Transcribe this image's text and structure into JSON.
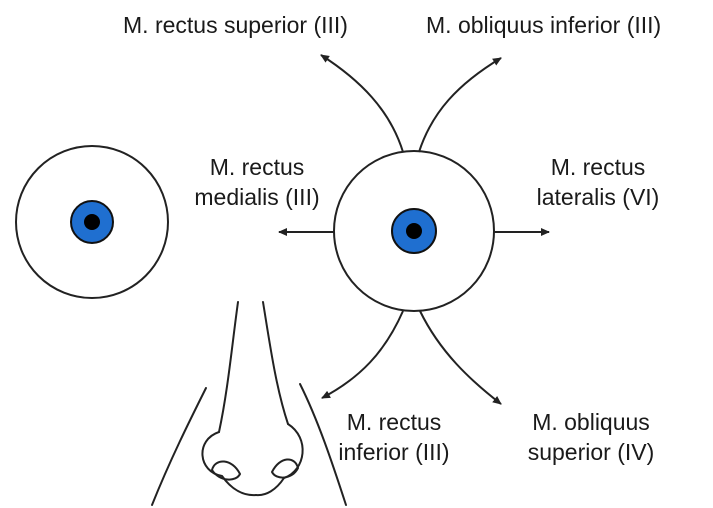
{
  "muscles": {
    "rectus_superior": "M. rectus superior (III)",
    "obliquus_inferior": "M. obliquus inferior (III)",
    "rectus_medialis": [
      "M. rectus",
      "medialis (III)"
    ],
    "rectus_lateralis": [
      "M. rectus",
      "lateralis (VI)"
    ],
    "rectus_inferior": [
      "M. rectus",
      "inferior (III)"
    ],
    "obliquus_superior": [
      "M. obliquus",
      "superior (IV)"
    ]
  },
  "colors": {
    "iris": "#1f6fd0",
    "pupil": "#000000",
    "outline": "#222222",
    "arrow": "#222222"
  }
}
